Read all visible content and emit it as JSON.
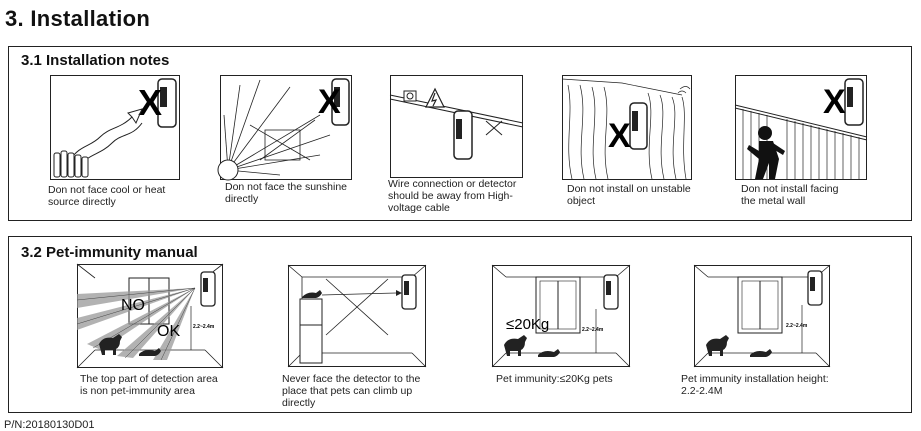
{
  "page_title": "3. Installation",
  "sections": [
    {
      "title": "3.1 Installation notes",
      "notes": [
        {
          "caption": [
            "Don not face cool or heat",
            "source directly"
          ]
        },
        {
          "caption": [
            "Don not face the sunshine",
            "directly"
          ]
        },
        {
          "caption": [
            "Wire connection or detector",
            "should be away from High-",
            "voltage cable"
          ]
        },
        {
          "caption": [
            "Don not install on unstable",
            "object"
          ]
        },
        {
          "caption": [
            "Don not install facing",
            "the metal wall"
          ]
        }
      ],
      "mark": "X"
    },
    {
      "title": "3.2 Pet-immunity manual",
      "notes": [
        {
          "caption": [
            "The top part of detection area",
            "is non pet-immunity area"
          ],
          "labels": [
            "NO",
            "OK"
          ]
        },
        {
          "caption": [
            "Never face the detector to the",
            "place that pets can climb up",
            "directly"
          ]
        },
        {
          "caption": [
            "Pet immunity:≤20Kg pets"
          ],
          "labels": [
            "≤20Kg"
          ]
        },
        {
          "caption": [
            "Pet immunity installation height:",
            "2.2-2.4M"
          ]
        }
      ],
      "height_label": "2.2~2.4m"
    }
  ],
  "part_number": "P/N:20180130D01"
}
